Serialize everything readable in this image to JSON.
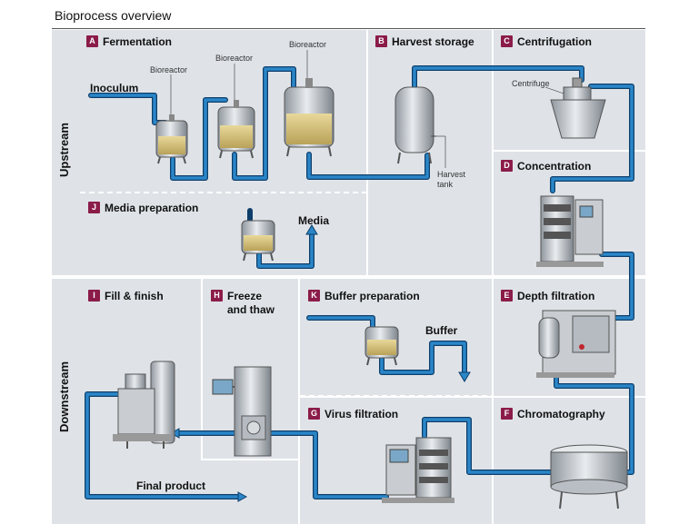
{
  "title": "Bioprocess overview",
  "sides": {
    "upstream": "Upstream",
    "downstream": "Downstream"
  },
  "sections": [
    {
      "badge": "A",
      "title": "Fermentation"
    },
    {
      "badge": "B",
      "title": "Harvest storage"
    },
    {
      "badge": "C",
      "title": "Centrifugation"
    },
    {
      "badge": "D",
      "title": "Concentration"
    },
    {
      "badge": "J",
      "title": "Media preparation"
    },
    {
      "badge": "I",
      "title": "Fill & finish"
    },
    {
      "badge": "H",
      "title": "Freeze\nand thaw"
    },
    {
      "badge": "K",
      "title": "Buffer preparation"
    },
    {
      "badge": "E",
      "title": "Depth filtration"
    },
    {
      "badge": "G",
      "title": "Virus filtration"
    },
    {
      "badge": "F",
      "title": "Chromatography"
    }
  ],
  "labels": {
    "bioreactor_1": "Bioreactor",
    "bioreactor_2": "Bioreactor",
    "bioreactor_3": "Bioreactor",
    "harvest_tank": "Harvest\ntank",
    "centrifuge": "Centrifuge"
  },
  "flows": {
    "inoculum": "Inoculum",
    "media": "Media",
    "buffer": "Buffer",
    "final_product": "Final product"
  },
  "colors": {
    "pipe": "#2a86c8",
    "pipe_outline": "#0f3e6a",
    "badge": "#8b1c4a",
    "panel": "#dfe3e8"
  }
}
